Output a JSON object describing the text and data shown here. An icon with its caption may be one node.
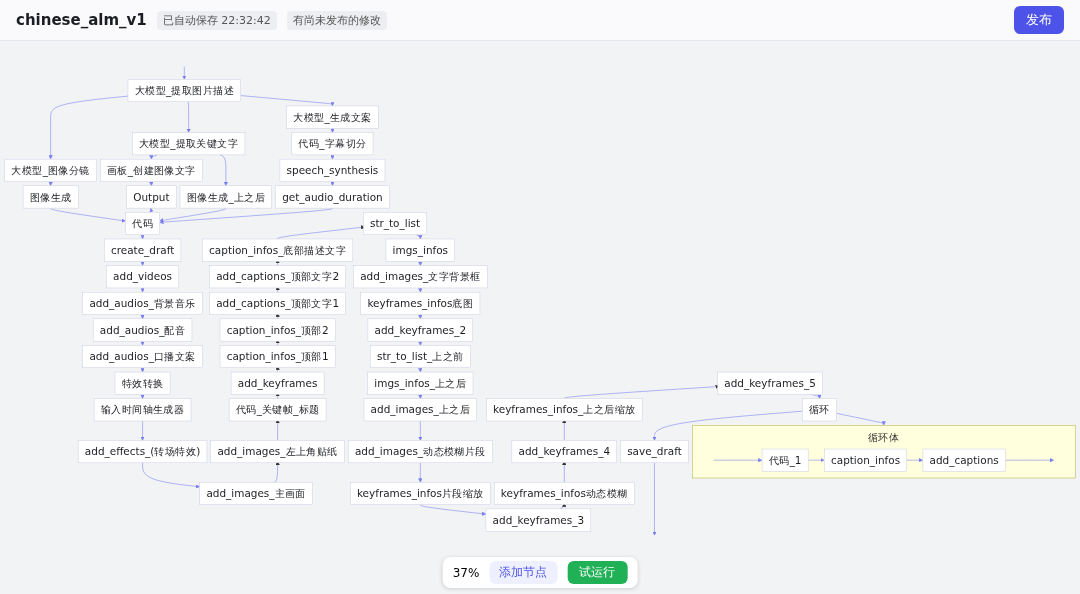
{
  "diagram": {
    "title": "chinese_alm_v1",
    "nodes": [
      {
        "text": [
          "大模型_提取图片描述"
        ]
      },
      {
        "text": [
          "大模型_图像分镜"
        ]
      },
      {
        "text": [
          "大模型_提取关键文字"
        ]
      },
      {
        "text": [
          "大模型_生成文案"
        ]
      },
      {
        "text": [
          "图像生成"
        ]
      },
      {
        "text": [
          "画板_创建图像文字"
        ]
      },
      {
        "text": [
          "图像生成_上之后"
        ]
      },
      {
        "text": [
          "Output"
        ]
      },
      {
        "text": [
          "代码_字幕切分"
        ]
      },
      {
        "text": [
          "speech_synthesis"
        ]
      },
      {
        "text": [
          "get_audio_duration"
        ]
      },
      {
        "text": [
          "代码"
        ]
      },
      {
        "text": [
          "create_draft"
        ]
      },
      {
        "text": [
          "add_videos"
        ]
      },
      {
        "text": [
          "add_audios_背景音乐"
        ]
      },
      {
        "text": [
          "add_audios_配音"
        ]
      },
      {
        "text": [
          "add_audios_口播文案"
        ]
      },
      {
        "text": [
          "特效转换"
        ]
      },
      {
        "text": [
          "输入时间轴生成器"
        ]
      },
      {
        "text": [
          "add_effects_(转场特效)"
        ]
      },
      {
        "text": [
          "add_images_主画面"
        ]
      },
      {
        "text": [
          "add_images_左上角贴纸"
        ]
      },
      {
        "text": [
          "代码_关键帧_标题"
        ]
      },
      {
        "text": [
          "add_keyframes"
        ]
      },
      {
        "text": [
          "caption_infos_顶部1"
        ]
      },
      {
        "text": [
          "caption_infos_顶部2"
        ]
      },
      {
        "text": [
          "add_captions_顶部文字1"
        ]
      },
      {
        "text": [
          "add_captions_顶部文字2"
        ]
      },
      {
        "text": [
          "caption_infos_底部描述文字"
        ]
      },
      {
        "text": [
          "str_to_list"
        ]
      },
      {
        "text": [
          "imgs_infos"
        ]
      },
      {
        "text": [
          "add_images_文字背景框"
        ]
      },
      {
        "text": [
          "keyframes_infos底图"
        ]
      },
      {
        "text": [
          "add_keyframes_2"
        ]
      },
      {
        "text": [
          "str_to_list_上之前"
        ]
      },
      {
        "text": [
          "imgs_infos_上之后"
        ]
      },
      {
        "text": [
          "add_images_上之后"
        ]
      },
      {
        "text": [
          "add_images_动态模糊片段"
        ]
      },
      {
        "text": [
          "keyframes_infos片段缩放"
        ]
      },
      {
        "text": [
          "add_keyframes_3"
        ]
      },
      {
        "text": [
          "keyframes_infos动态模糊"
        ]
      },
      {
        "text": [
          "add_keyframes_4"
        ]
      },
      {
        "text": [
          "keyframes_infos_上之后缩放"
        ]
      },
      {
        "text": [
          "add_keyframes_5"
        ]
      },
      {
        "text": [
          "循环"
        ]
      },
      {
        "text": [
          "save_draft"
        ]
      },
      {
        "text": [
          "循环体"
        ]
      },
      {
        "text": [
          "代码_1"
        ],
        "in": 46
      },
      {
        "text": [
          "caption_infos"
        ],
        "in": 46
      },
      {
        "text": [
          "add_captions"
        ],
        "in": 46
      }
    ],
    "edges": [
      {
        "from": null,
        "to": 0,
        "arrow": "to"
      },
      {
        "from": 0,
        "to": 1,
        "arrow": "to"
      },
      {
        "from": 0,
        "to": 2,
        "arrow": "to"
      },
      {
        "from": 0,
        "to": 3,
        "arrow": "to"
      },
      {
        "from": 1,
        "to": 4,
        "arrow": "to"
      },
      {
        "from": 2,
        "to": 5,
        "arrow": "to"
      },
      {
        "from": 2,
        "to": 6,
        "arrow": "to"
      },
      {
        "from": 5,
        "to": 7,
        "arrow": "to"
      },
      {
        "from": 3,
        "to": 8,
        "arrow": "to"
      },
      {
        "from": 8,
        "to": 9,
        "arrow": "to"
      },
      {
        "from": 9,
        "to": 10,
        "arrow": "to"
      },
      {
        "from": 4,
        "to": 11,
        "arrow": "to"
      },
      {
        "from": 7,
        "to": 11,
        "arrow": "to"
      },
      {
        "from": 6,
        "to": 11,
        "arrow": "to"
      },
      {
        "from": 10,
        "to": 11,
        "arrow": "to"
      },
      {
        "from": 11,
        "to": 12,
        "arrow": "to"
      },
      {
        "from": 12,
        "to": 13,
        "arrow": "to"
      },
      {
        "from": 13,
        "to": 14,
        "arrow": "to"
      },
      {
        "from": 14,
        "to": 15,
        "arrow": "to"
      },
      {
        "from": 15,
        "to": 16,
        "arrow": "to"
      },
      {
        "from": 16,
        "to": 17,
        "arrow": "to"
      },
      {
        "from": 17,
        "to": 18,
        "arrow": "to"
      },
      {
        "from": 18,
        "to": 19,
        "arrow": "to"
      },
      {
        "from": 19,
        "to": 20,
        "arrow": "to"
      },
      {
        "from": 20,
        "to": 21,
        "arrow": "to"
      },
      {
        "from": 21,
        "to": 22,
        "arrow": "to"
      },
      {
        "from": 22,
        "to": 23,
        "arrow": "to"
      },
      {
        "from": 23,
        "to": 24,
        "arrow": "to"
      },
      {
        "from": 24,
        "to": 25,
        "arrow": "to"
      },
      {
        "from": 25,
        "to": 26,
        "arrow": "to"
      },
      {
        "from": 26,
        "to": 27,
        "arrow": "to"
      },
      {
        "from": 27,
        "to": 28,
        "arrow": "to"
      },
      {
        "from": 28,
        "to": 29,
        "arrow": "to"
      },
      {
        "from": 29,
        "to": 30,
        "arrow": "to"
      },
      {
        "from": 30,
        "to": 31,
        "arrow": "to"
      },
      {
        "from": 31,
        "to": 32,
        "arrow": "to"
      },
      {
        "from": 32,
        "to": 33,
        "arrow": "to"
      },
      {
        "from": 33,
        "to": 34,
        "arrow": "to"
      },
      {
        "from": 34,
        "to": 35,
        "arrow": "to"
      },
      {
        "from": 35,
        "to": 36,
        "arrow": "to"
      },
      {
        "from": 36,
        "to": 37,
        "arrow": "to"
      },
      {
        "from": 37,
        "to": 38,
        "arrow": "to"
      },
      {
        "from": 38,
        "to": 39,
        "arrow": "to"
      },
      {
        "from": 39,
        "to": 40,
        "arrow": "to"
      },
      {
        "from": 40,
        "to": 41,
        "arrow": "to"
      },
      {
        "from": 41,
        "to": 42,
        "arrow": "to"
      },
      {
        "from": 42,
        "to": 43,
        "arrow": "to"
      },
      {
        "from": 43,
        "to": 44,
        "arrow": "to"
      },
      {
        "from": 44,
        "to": 45,
        "arrow": "to"
      },
      {
        "from": 44,
        "to": 46,
        "arrow": "to"
      },
      {
        "from": null,
        "to": 47,
        "arrow": "to"
      },
      {
        "from": 47,
        "to": 48,
        "arrow": "to"
      },
      {
        "from": 48,
        "to": 49,
        "arrow": "to"
      },
      {
        "from": 49,
        "to": null,
        "arrow": "to"
      },
      {
        "from": 45,
        "to": null,
        "arrow": "to"
      }
    ],
    "labels": [
      "已自动保存 22:32:42",
      "有尚未发布的修改",
      "发布",
      "37%",
      "添加节点",
      "试运行"
    ]
  }
}
